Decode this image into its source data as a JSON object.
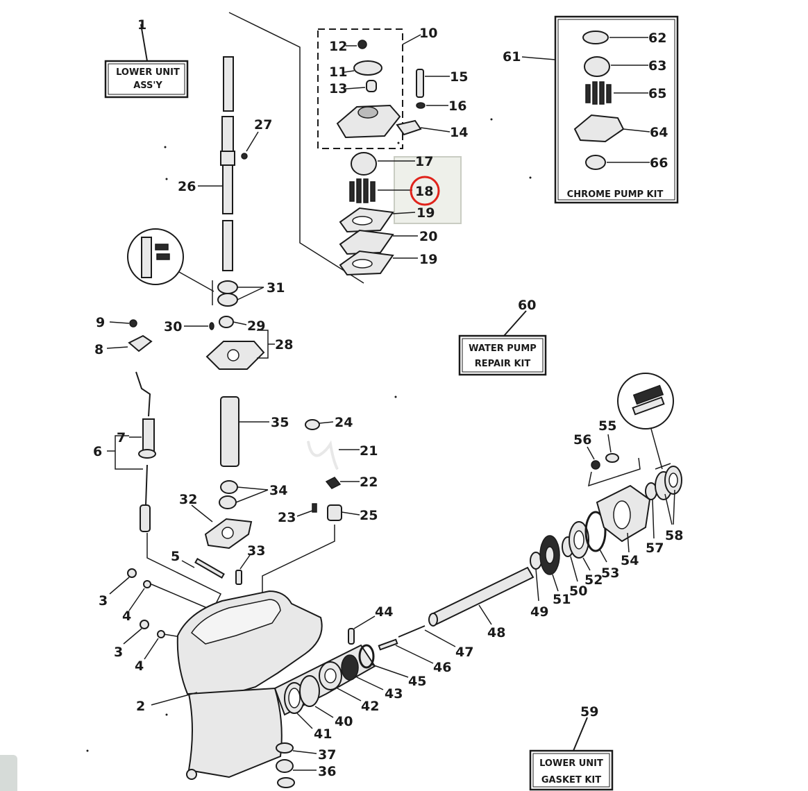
{
  "labels": {
    "lower_unit_assy": [
      "LOWER UNIT",
      "ASS'Y"
    ],
    "chrome_pump_kit": "CHROME PUMP KIT",
    "water_pump_repair_kit": [
      "WATER PUMP",
      "REPAIR KIT"
    ],
    "lower_unit_gasket_kit": [
      "LOWER UNIT",
      "GASKET KIT"
    ]
  },
  "callouts": {
    "n1": "1",
    "n2": "2",
    "n3a": "3",
    "n3b": "3",
    "n4a": "4",
    "n4b": "4",
    "n5": "5",
    "n6": "6",
    "n7": "7",
    "n8": "8",
    "n9": "9",
    "n10": "10",
    "n11": "11",
    "n12": "12",
    "n13": "13",
    "n14": "14",
    "n15": "15",
    "n16": "16",
    "n17": "17",
    "n18": "18",
    "n19a": "19",
    "n19b": "19",
    "n20": "20",
    "n21": "21",
    "n22": "22",
    "n23": "23",
    "n24": "24",
    "n25": "25",
    "n26": "26",
    "n27": "27",
    "n28": "28",
    "n29": "29",
    "n30": "30",
    "n31": "31",
    "n32": "32",
    "n33": "33",
    "n34": "34",
    "n35": "35",
    "n36": "36",
    "n37": "37",
    "n40": "40",
    "n41": "41",
    "n42": "42",
    "n43": "43",
    "n44": "44",
    "n45": "45",
    "n46": "46",
    "n47": "47",
    "n48": "48",
    "n49": "49",
    "n50": "50",
    "n51": "51",
    "n52": "52",
    "n53": "53",
    "n54": "54",
    "n55": "55",
    "n56": "56",
    "n57": "57",
    "n58": "58",
    "n59": "59",
    "n60": "60",
    "n61": "61",
    "n62": "62",
    "n63": "63",
    "n64": "64",
    "n65": "65",
    "n66": "66"
  },
  "colors": {
    "highlight_circle": "#e0231b",
    "highlight_box": "#eef0ea",
    "ink": "#1a1a1a"
  }
}
